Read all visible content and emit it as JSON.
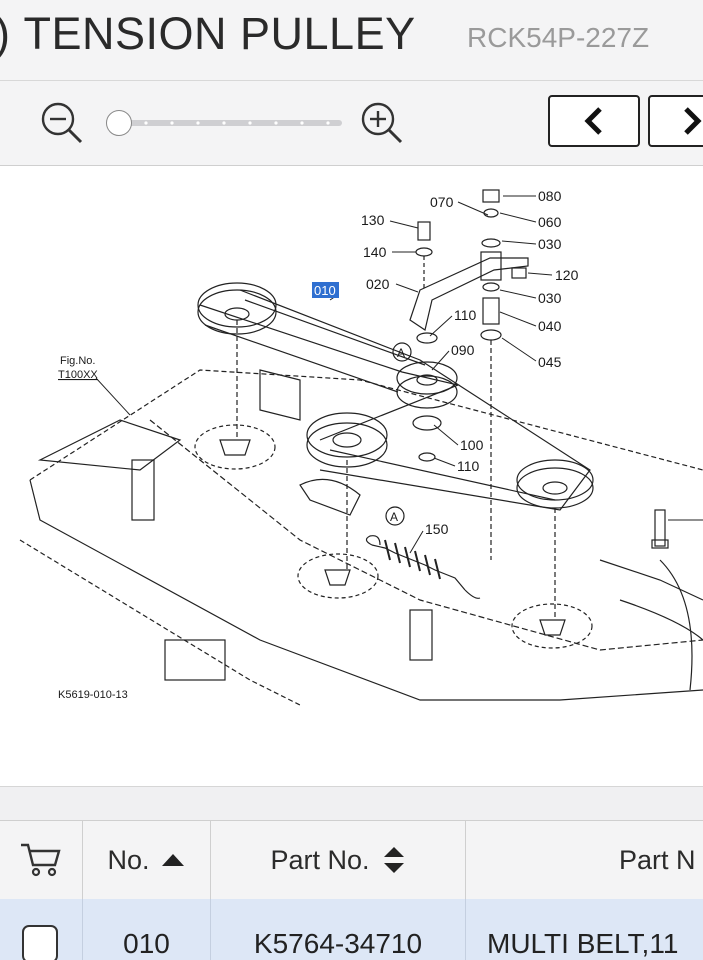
{
  "header": {
    "title": "TENSION PULLEY",
    "model_code": "RCK54P-227Z"
  },
  "toolbar": {
    "zoom_out_icon": "zoom-out-icon",
    "zoom_in_icon": "zoom-in-icon",
    "zoom_level": 0,
    "prev_icon": "chevron-left-icon",
    "next_icon": "chevron-right-icon"
  },
  "diagram": {
    "callouts": {
      "c010": "010",
      "c020": "020",
      "c030a": "030",
      "c030b": "030",
      "c040": "040",
      "c045": "045",
      "c060": "060",
      "c070": "070",
      "c080": "080",
      "c090": "090",
      "c100": "100",
      "c110a": "110",
      "c110b": "110",
      "c120": "120",
      "c130": "130",
      "c140": "140",
      "c150": "150",
      "markA1": "A",
      "markA2": "A"
    },
    "fig_label": "Fig.No.",
    "fig_ref": "T100XX",
    "drawing_id": "K5619-010-13"
  },
  "table": {
    "headers": {
      "cart_icon": "cart-icon",
      "no": "No.",
      "part_no": "Part No.",
      "part_name": "Part N"
    },
    "rows": [
      {
        "no": "010",
        "part_no": "K5764-34710",
        "part_name": "MULTI BELT,11"
      }
    ]
  },
  "colors": {
    "highlight": "#2f6fd0",
    "row_selected": "#dde7f6"
  }
}
